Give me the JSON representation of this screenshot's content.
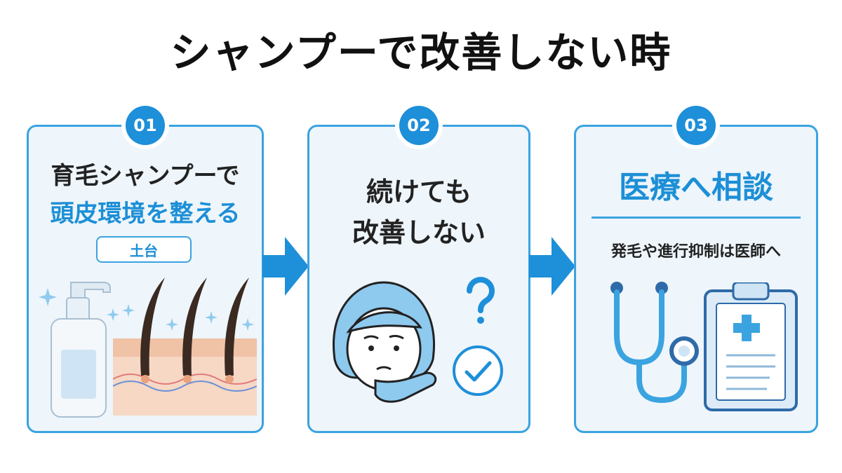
{
  "title": "シャンプーで改善しない時",
  "steps": [
    {
      "number": "01",
      "line1": "育毛シャンプーで",
      "line2": "頭皮環境を整える",
      "tag": "土台"
    },
    {
      "number": "02",
      "line1": "続けても",
      "line2": "改善しない",
      "question_mark": "?"
    },
    {
      "number": "03",
      "heading": "医療へ相談",
      "note": "発毛や進行抑制は医師へ"
    }
  ],
  "colors": {
    "accent": "#1e8fd9",
    "card_bg": "#eef5fb",
    "border": "#3aa3e0",
    "hair": "#3a2a22",
    "skin": "#f3c9ae"
  }
}
